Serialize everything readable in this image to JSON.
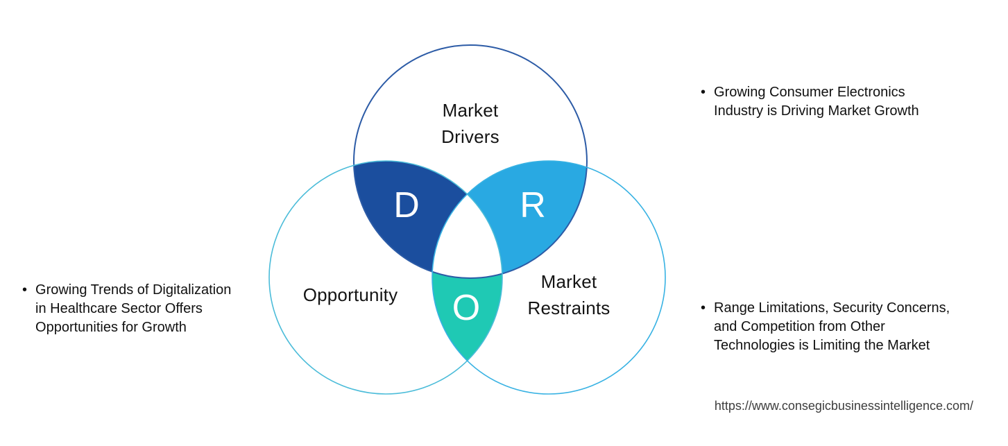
{
  "venn": {
    "top": {
      "label": "Market Drivers",
      "letter": "D"
    },
    "left": {
      "label": "Opportunity"
    },
    "right": {
      "label": "Market Restraints",
      "letter": "R"
    },
    "bottom": {
      "letter": "O"
    },
    "colors": {
      "drivers_opportunity_overlap": "#1b4e9e",
      "drivers_restraints_overlap": "#29a9e2",
      "opportunity_restraints_overlap": "#1fc9b4",
      "center_fill": "#ffffff",
      "top_circle_stroke": "#2c5ba6",
      "left_circle_stroke": "#4bbcd9",
      "right_circle_stroke": "#38b2e3"
    }
  },
  "notes": {
    "left": {
      "bullet": "•",
      "text": "Growing Trends of Digitalization in Healthcare Sector Offers Opportunities for Growth"
    },
    "right_top": {
      "bullet": "•",
      "text": "Growing Consumer Electronics Industry is Driving Market Growth"
    },
    "right_bottom": {
      "bullet": "•",
      "text": "Range Limitations, Security Concerns, and Competition from Other Technologies is Limiting the Market"
    }
  },
  "footer": {
    "url": "https://www.consegicbusinessintelligence.com/"
  }
}
